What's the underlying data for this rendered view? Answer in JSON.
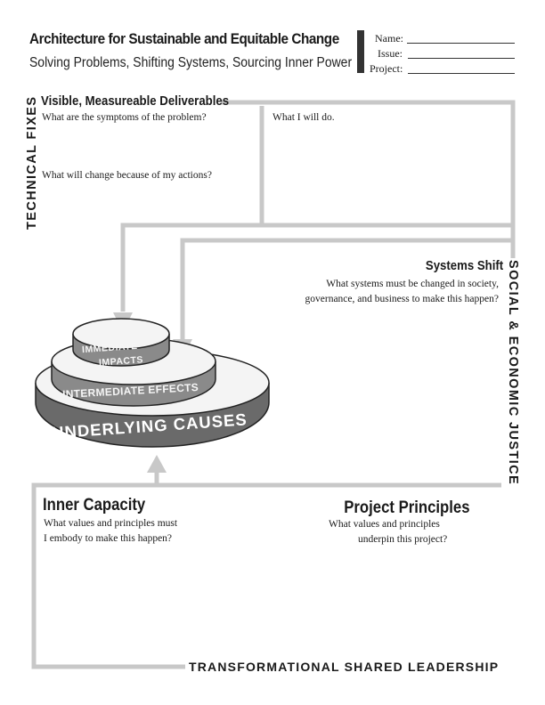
{
  "header": {
    "title": "Architecture for Sustainable and Equitable Change",
    "subtitle": "Solving Problems, Shifting Systems, Sourcing Inner Power"
  },
  "fields": {
    "name_label": "Name:",
    "issue_label": "Issue:",
    "project_label": "Project:"
  },
  "technical": {
    "side_label": "TECHNICAL FIXES",
    "heading": "Visible, Measureable Deliverables",
    "q_symptoms": "What are the symptoms of  the problem?",
    "q_will_do": "What I will do.",
    "q_change": "What will change because of  my actions?"
  },
  "systems": {
    "heading": "Systems Shift",
    "q_line1": "What systems must be changed in society,",
    "q_line2": "governance, and business to make this happen?",
    "side_label": "SOCIAL & ECONOMIC JUSTICE"
  },
  "cake": {
    "top": "IMMEDIATE",
    "top2": "IMPACTS",
    "middle": "INTERMEDIATE EFFECTS",
    "bottom": "UNDERLYING CAUSES"
  },
  "inner": {
    "heading": "Inner Capacity",
    "q_line1": "What values and principles must",
    "q_line2": "I embody to make this happen?"
  },
  "principles": {
    "heading": "Project Principles",
    "q_line1": "What values and principles",
    "q_line2": "underpin this project?"
  },
  "bottom_label": "TRANSFORMATIONAL SHARED LEADERSHIP"
}
